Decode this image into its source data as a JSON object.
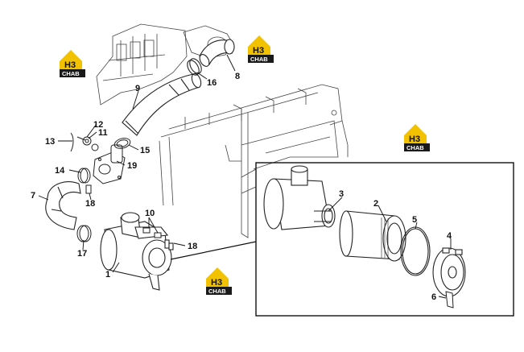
{
  "brand": {
    "glyph": "H3",
    "text": "CHAB",
    "color_yellow": "#f2c200",
    "color_dark": "#1a1a1a"
  },
  "callouts": {
    "c1": "1",
    "c2": "2",
    "c3": "3",
    "c4": "4",
    "c5": "5",
    "c6": "6",
    "c7": "7",
    "c8": "8",
    "c9": "9",
    "c10": "10",
    "c11": "11",
    "c12": "12",
    "c13": "13",
    "c14": "14",
    "c15": "15",
    "c16": "16",
    "c17": "17",
    "c18a": "18",
    "c18b": "18",
    "c19": "19"
  },
  "icons": [
    "brand-logo-icon"
  ]
}
